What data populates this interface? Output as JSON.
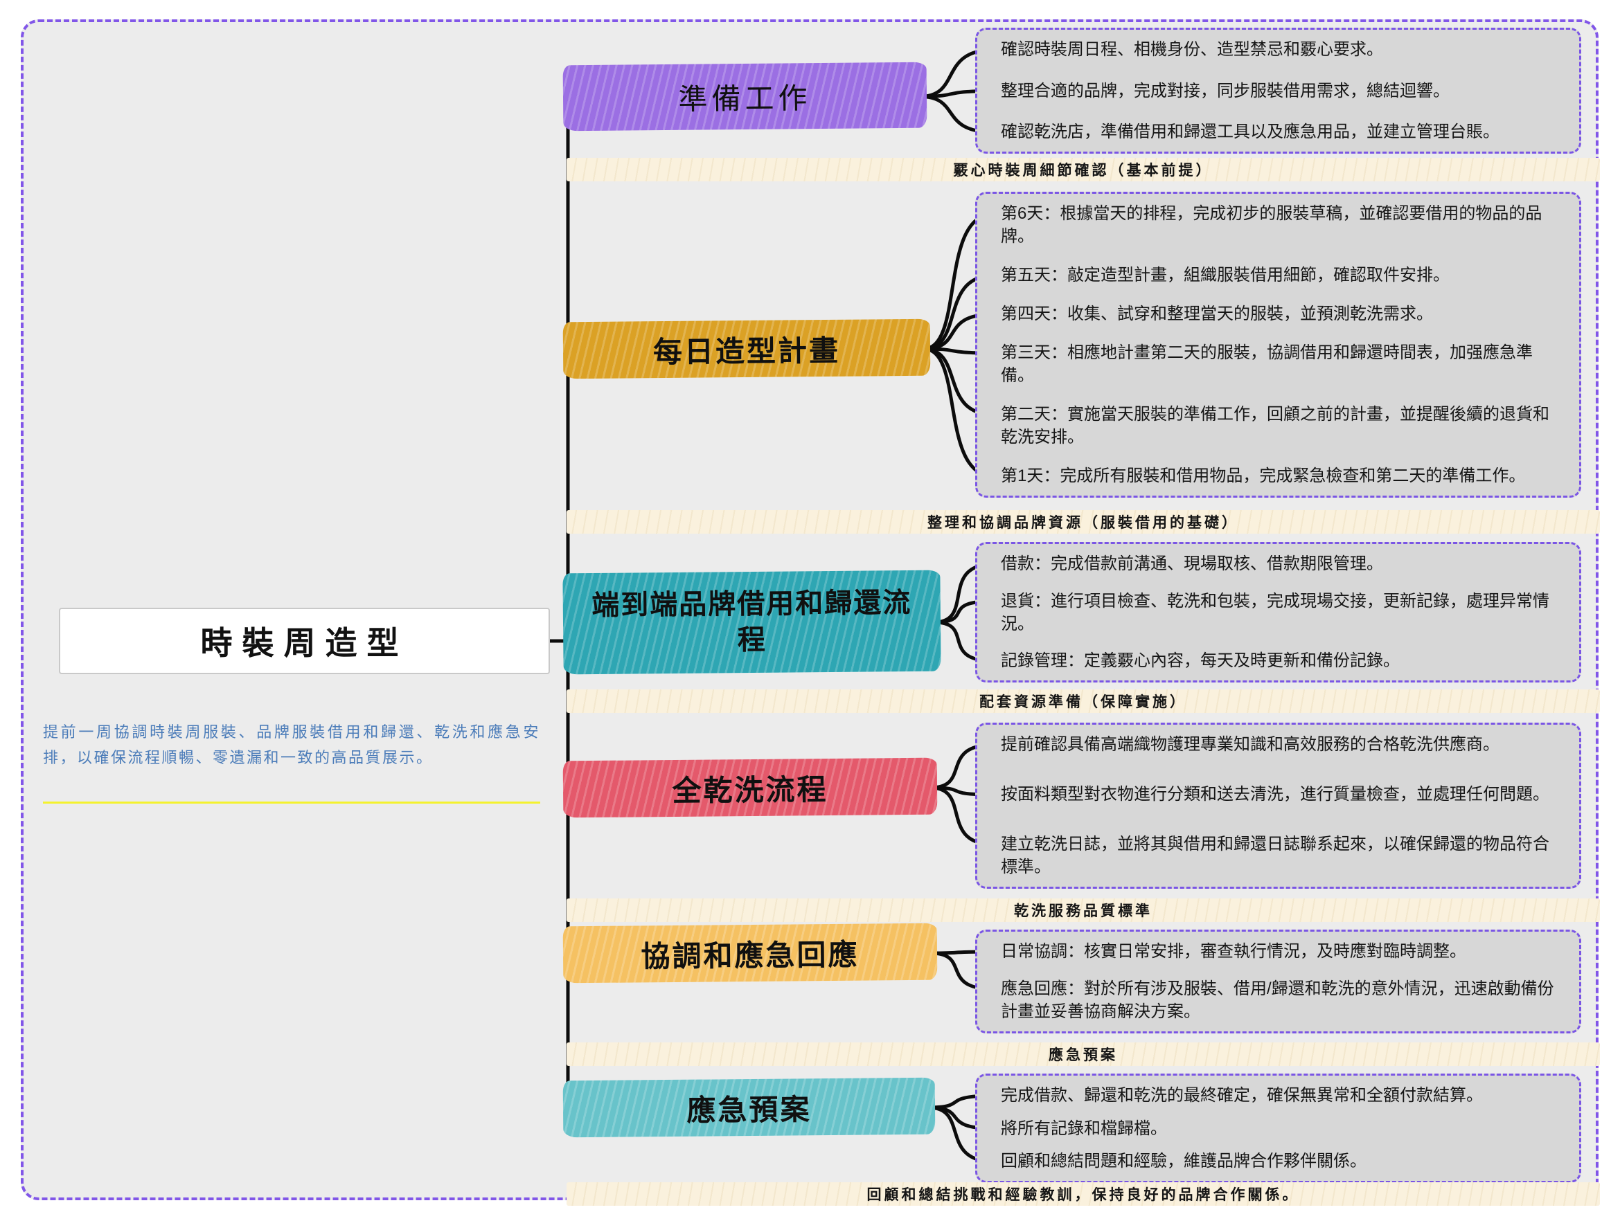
{
  "root": {
    "title": "時裝周造型",
    "description": "提前一周協調時裝周服裝、品牌服裝借用和歸還、乾洗和應急安排，以確保流程順暢、零遺漏和一致的高品質展示。"
  },
  "colors": {
    "canvas_background": "#ececec",
    "frame_border": "#8156e8",
    "box_border": "#7a55e5",
    "box_background": "#d7d7d7",
    "banner_background": "#faf1dd",
    "description_text": "#4b7cb9",
    "description_underline": "#f4f22e",
    "connector": "#0c0c0c"
  },
  "sections": [
    {
      "label": "準備工作",
      "color": "#9b6fe3",
      "details": [
        "確認時裝周日程、相機身份、造型禁忌和覈心要求。",
        "整理合適的品牌，完成對接，同步服裝借用需求，總結迴響。",
        "確認乾洗店，準備借用和歸還工具以及應急用品，並建立管理台賬。"
      ],
      "banner": "覈心時裝周細節確認（基本前提）"
    },
    {
      "label": "每日造型計畫",
      "color": "#dba125",
      "details": [
        "第6天：根據當天的排程，完成初步的服裝草稿，並確認要借用的物品的品牌。",
        "第五天：敲定造型計畫，組織服裝借用細節，確認取件安排。",
        "第四天：收集、試穿和整理當天的服裝，並預測乾洗需求。",
        "第三天：相應地計畫第二天的服裝，協調借用和歸還時間表，加强應急準備。",
        "第二天：實施當天服裝的準備工作，回顧之前的計畫，並提醒後續的退貨和乾洗安排。",
        "第1天：完成所有服裝和借用物品，完成緊急檢查和第二天的準備工作。"
      ],
      "banner": "整理和協調品牌資源（服裝借用的基礎）"
    },
    {
      "label": "端到端品牌借用和歸還流程",
      "color": "#2ea6b3",
      "details": [
        "借款：完成借款前溝通、現場取核、借款期限管理。",
        "退貨：進行項目檢查、乾洗和包裝，完成現場交接，更新記錄，處理异常情況。",
        "記錄管理：定義覈心內容，每天及時更新和備份記錄。"
      ],
      "banner": "配套資源準備（保障實施）"
    },
    {
      "label": "全乾洗流程",
      "color": "#e4596b",
      "details": [
        "提前確認具備高端織物護理專業知識和高效服務的合格乾洗供應商。",
        "按面料類型對衣物進行分類和送去清洗，進行質量檢查，並處理任何問題。",
        "建立乾洗日誌，並將其與借用和歸還日誌聯系起來，以確保歸還的物品符合標準。"
      ],
      "banner": "乾洗服務品質標準"
    },
    {
      "label": "協調和應急回應",
      "color": "#f5c162",
      "details": [
        "日常協調：核實日常安排，審查執行情況，及時應對臨時調整。",
        "應急回應：對於所有涉及服裝、借用/歸還和乾洗的意外情況，迅速啟動備份計畫並妥善協商解決方案。"
      ],
      "banner": "應急預案"
    },
    {
      "label": "應急預案",
      "color": "#68c3ca",
      "details": [
        "完成借款、歸還和乾洗的最終確定，確保無異常和全額付款結算。",
        "將所有記錄和檔歸檔。",
        "回顧和總結問題和經驗，維護品牌合作夥伴關係。"
      ],
      "banner": "回顧和總結挑戰和經驗教訓，保持良好的品牌合作關係。"
    }
  ]
}
